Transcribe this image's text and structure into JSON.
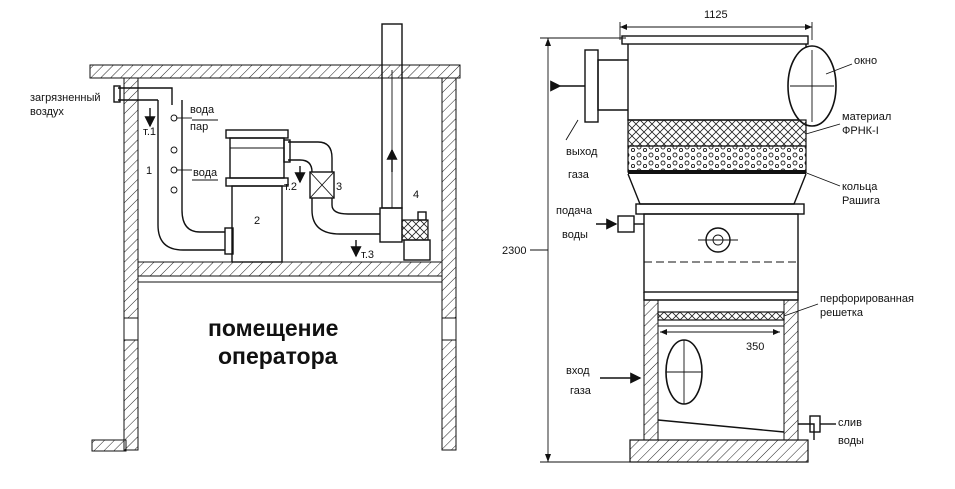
{
  "left_scheme": {
    "labels": {
      "polluted_air": [
        "загрязненный",
        "воздух"
      ],
      "t1": "т.1",
      "water_top": "вода",
      "steam": "пар",
      "num1": "1",
      "water_mid": "вода",
      "num2": "2",
      "t2": "т.2",
      "num3": "3",
      "num4": "4",
      "t3": "т.3"
    },
    "room_label": [
      "помещение",
      "оператора"
    ]
  },
  "right_drawing": {
    "dimensions": {
      "width": "1125",
      "height": "2300",
      "grate": "350"
    },
    "labels": {
      "window": "окно",
      "material": [
        "материал",
        "ФРНК-I"
      ],
      "gas_out": [
        "выход",
        "газа"
      ],
      "raschig": [
        "кольца",
        "Рашига"
      ],
      "water_in": [
        "подача",
        "воды"
      ],
      "grate": [
        "перфорированная",
        "решетка"
      ],
      "gas_in": [
        "вход",
        "газа"
      ],
      "drain": [
        "слив",
        "воды"
      ]
    }
  },
  "colors": {
    "ink": "#111111",
    "paper": "#ffffff"
  }
}
